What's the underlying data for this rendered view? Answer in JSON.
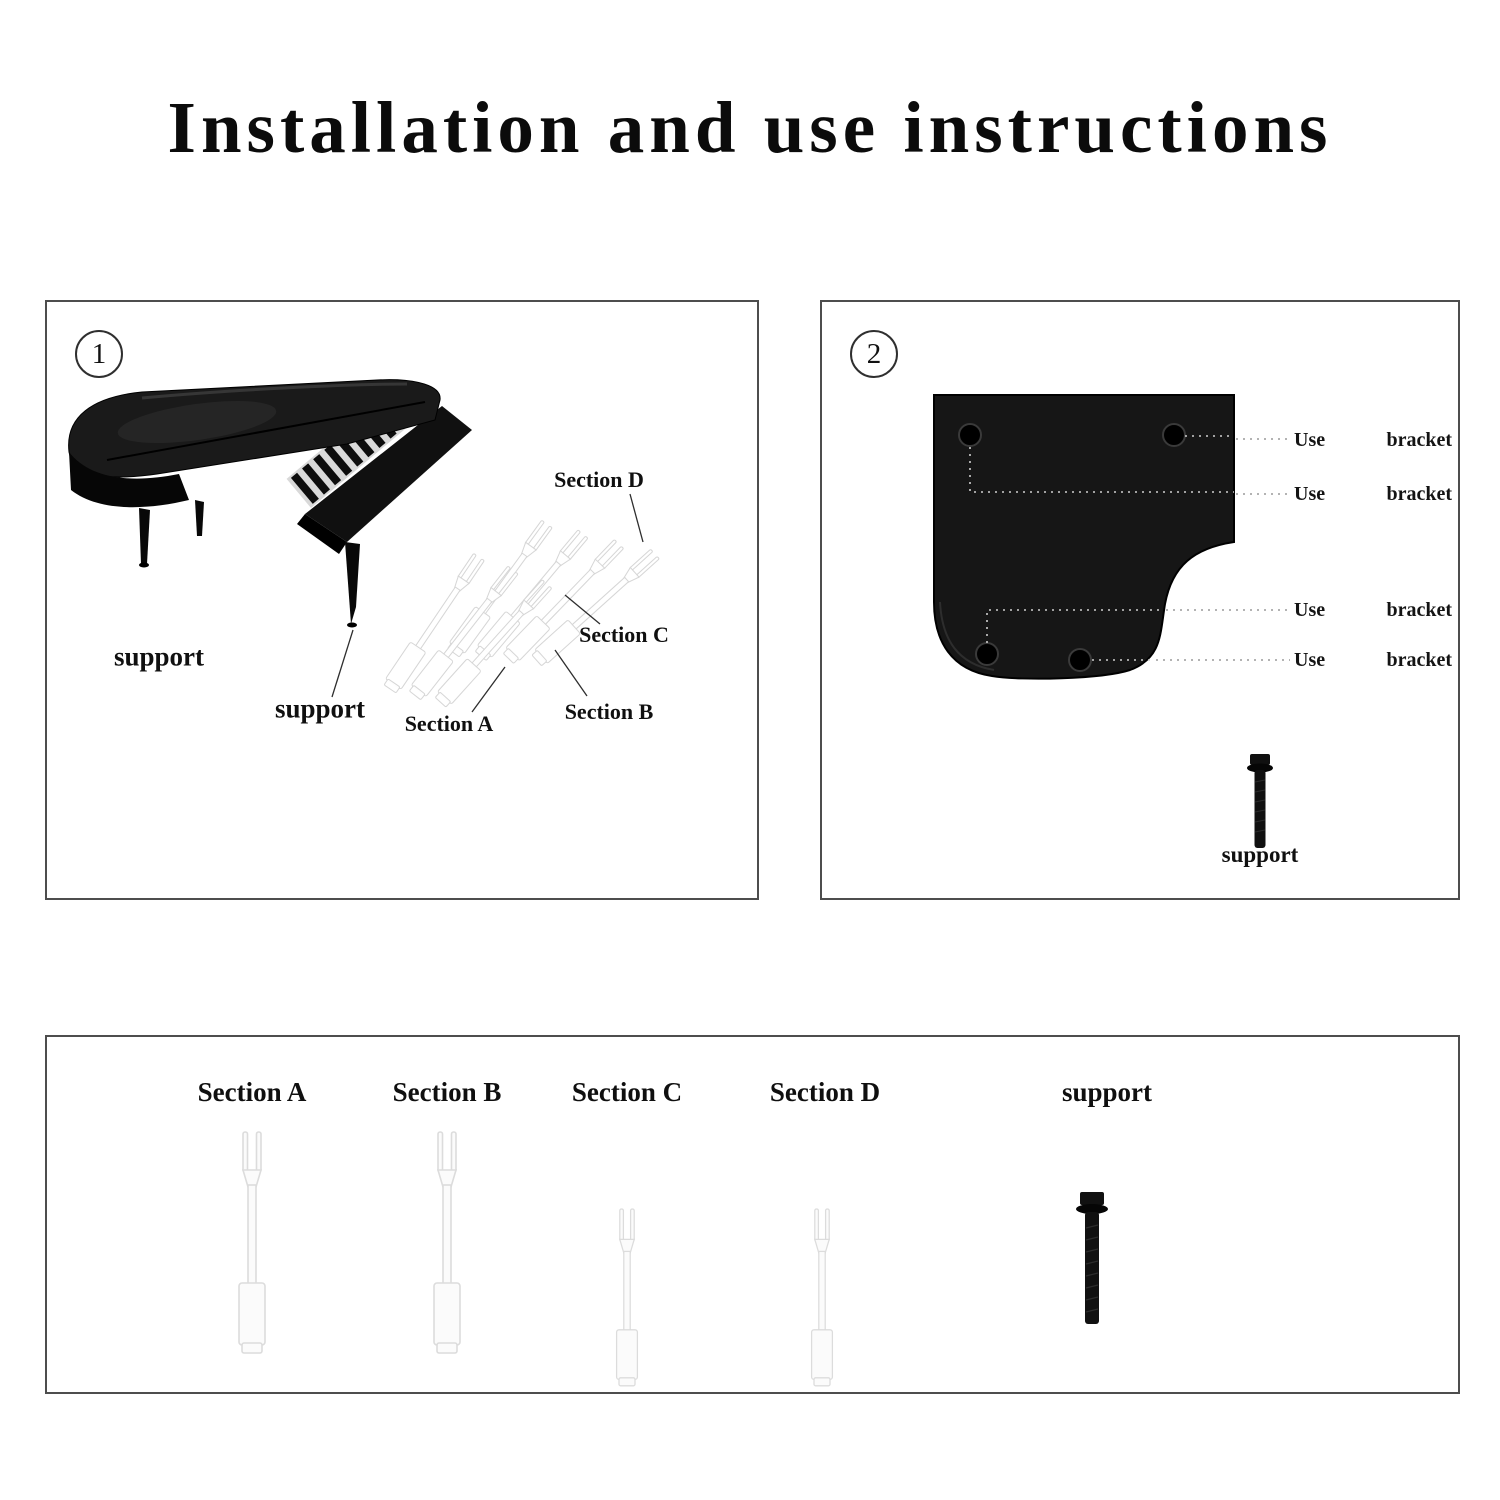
{
  "title": "Installation and use instructions",
  "panel1": {
    "number": "1",
    "section_a": "Section A",
    "section_b": "Section B",
    "section_c": "Section C",
    "section_d": "Section D",
    "support_left": "support",
    "support_right": "support"
  },
  "panel2": {
    "number": "2",
    "rows": [
      {
        "use": "Use",
        "bracket": "bracket"
      },
      {
        "use": "Use",
        "bracket": "bracket"
      },
      {
        "use": "Use",
        "bracket": "bracket"
      },
      {
        "use": "Use",
        "bracket": "bracket"
      }
    ],
    "support": "support"
  },
  "parts": {
    "labels": [
      "Section A",
      "Section B",
      "Section C",
      "Section D",
      "support"
    ]
  },
  "colors": {
    "ink": "#0d0d0d",
    "panel_border": "#4d4d4d",
    "part_black": "#111111",
    "part_white": "#fbfbfb"
  }
}
